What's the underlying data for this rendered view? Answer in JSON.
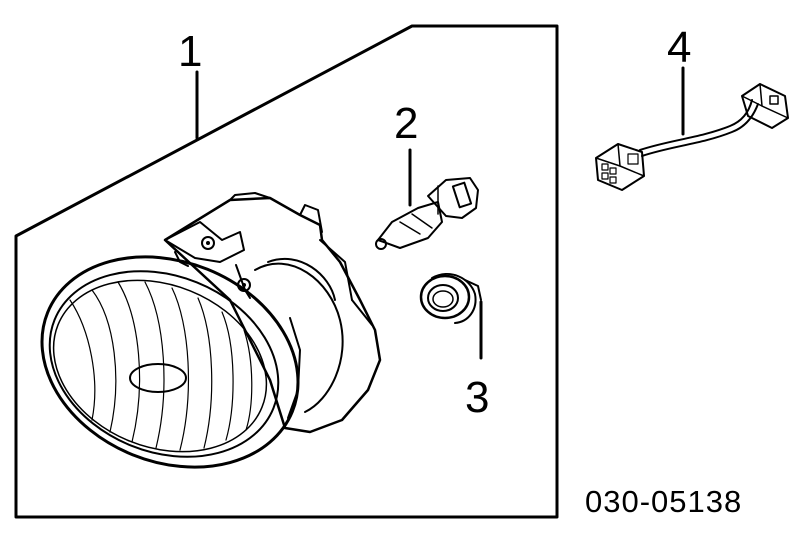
{
  "callouts": [
    {
      "number": "1"
    },
    {
      "number": "2"
    },
    {
      "number": "3"
    },
    {
      "number": "4"
    }
  ],
  "diagram_code": "030-05138"
}
